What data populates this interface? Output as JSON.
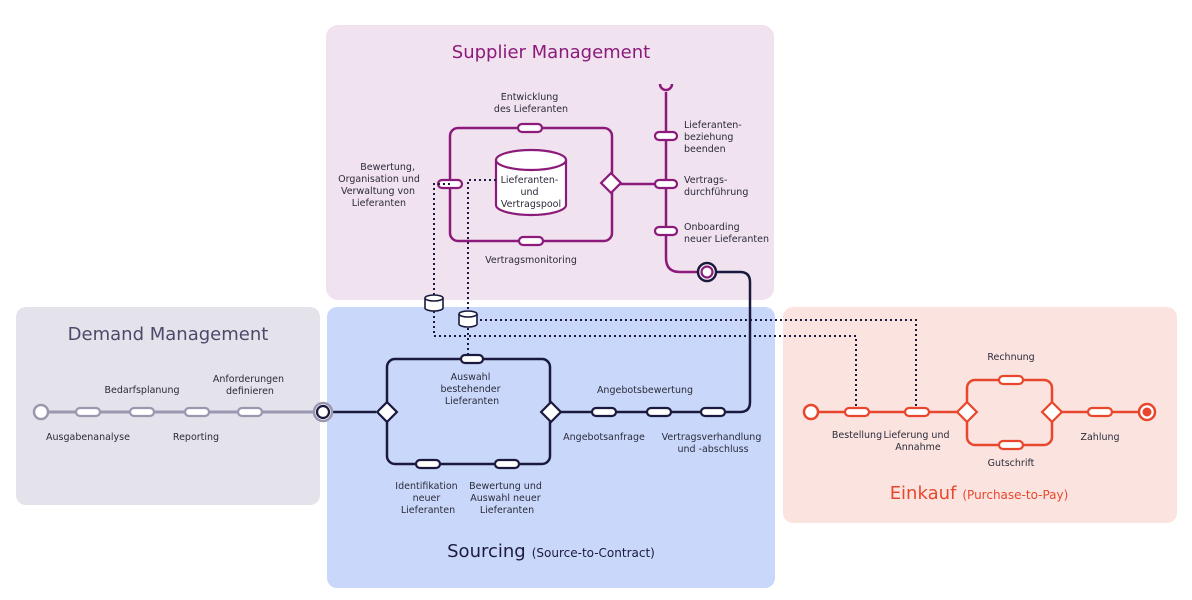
{
  "colors": {
    "supplier_bg": "#f0e2ef",
    "supplier_line": "#8b1a7a",
    "demand_bg": "#e4e2ea",
    "demand_line": "#9a97b1",
    "demand_title": "#4c4a6a",
    "sourcing_bg": "#c9d8fa",
    "sourcing_line": "#1b1a3e",
    "einkauf_bg": "#fbe4e0",
    "einkauf_line": "#e8472d"
  },
  "supplier": {
    "title": "Supplier Management",
    "entwicklung": [
      "Entwicklung",
      "des Lieferanten"
    ],
    "bewertung": [
      "Bewertung,",
      "Organisation und",
      "Verwaltung von",
      "Lieferanten"
    ],
    "pool": [
      "Lieferanten-",
      "und",
      "Vertragspool"
    ],
    "monitoring": "Vertragsmonitoring",
    "beenden": [
      "Lieferanten-",
      "beziehung",
      "beenden"
    ],
    "durchfuehrung": [
      "Vertrags-",
      "durchführung"
    ],
    "onboarding": [
      "Onboarding",
      "neuer Lieferanten"
    ]
  },
  "demand": {
    "title": "Demand Management",
    "bedarfsplanung": "Bedarfsplanung",
    "anforderungen": [
      "Anforderungen",
      "definieren"
    ],
    "ausgabenanalyse": "Ausgabenanalyse",
    "reporting": "Reporting"
  },
  "sourcing": {
    "title": "Sourcing",
    "subtitle": "(Source-to-Contract)",
    "auswahl": [
      "Auswahl",
      "bestehender",
      "Lieferanten"
    ],
    "angebotsbewertung": "Angebotsbewertung",
    "angebotsanfrage": "Angebotsanfrage",
    "vertragsverhandlung": [
      "Vertragsverhandlung",
      "und -abschluss"
    ],
    "identifikation": [
      "Identifikation",
      "neuer",
      "Lieferanten"
    ],
    "bewertung_auswahl": [
      "Bewertung und",
      "Auswahl neuer",
      "Lieferanten"
    ]
  },
  "einkauf": {
    "title": "Einkauf",
    "subtitle": "(Purchase-to-Pay)",
    "rechnung": "Rechnung",
    "bestellung": "Bestellung",
    "lieferung": [
      "Lieferung und",
      "Annahme"
    ],
    "zahlung": "Zahlung",
    "gutschrift": "Gutschrift"
  }
}
